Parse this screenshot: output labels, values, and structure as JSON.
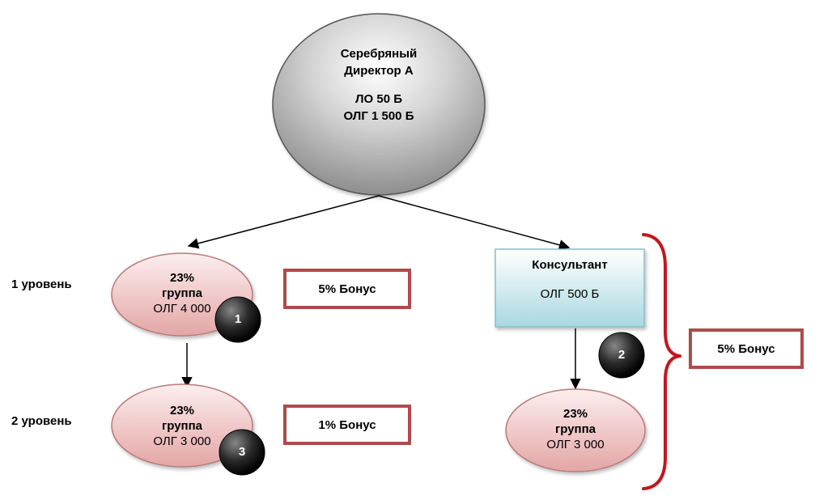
{
  "top_node": {
    "line1": "Серебряный",
    "line2": "Директор А",
    "lo": "ЛО 50 Б",
    "olg": "ОЛГ 1 500 Б"
  },
  "levels": {
    "level1": "1 уровень",
    "level2": "2 уровень"
  },
  "left_level1_node": {
    "percent": "23%",
    "label": "группа",
    "olg": "ОЛГ 4 000"
  },
  "left_level2_node": {
    "percent": "23%",
    "label": "группа",
    "olg": "ОЛГ 3 000"
  },
  "right_level2_node": {
    "percent": "23%",
    "label": "группа",
    "olg": "ОЛГ 3 000"
  },
  "consultant": {
    "title": "Консультант",
    "olg": "ОЛГ 500 Б"
  },
  "badges": {
    "b1": "1",
    "b2": "2",
    "b3": "3"
  },
  "bonuses": {
    "level1": "5% Бонус",
    "level2": "1% Бонус",
    "right": "5% Бонус"
  },
  "colors": {
    "bonus_border": "#b04a4a",
    "brace": "#c01820",
    "consultant_fill_top": "#ffffff",
    "consultant_fill_bottom": "#a8d8e0"
  }
}
